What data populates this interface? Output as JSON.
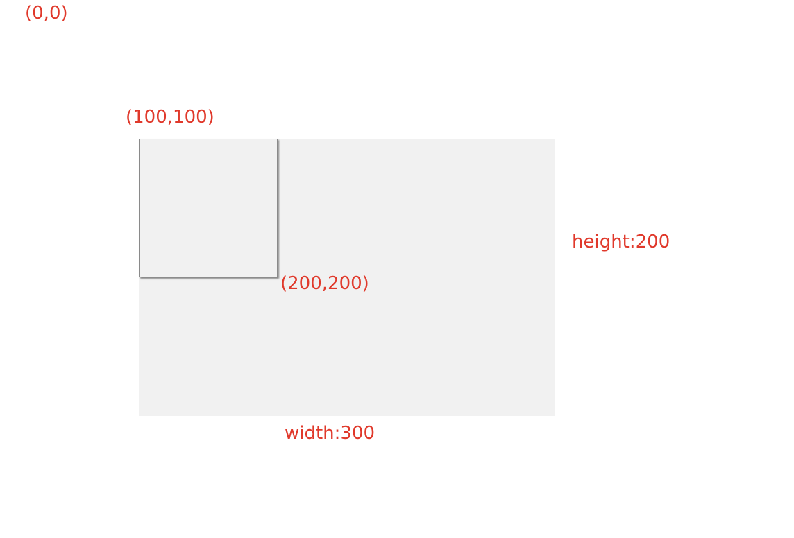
{
  "colors": {
    "label_text": "#e0392b",
    "outer_fill": "#f1f1f1"
  },
  "labels": {
    "origin": "(0,0)",
    "top_left": "(100,100)",
    "bottom_right": "(200,200)",
    "height": "height:200",
    "width": "width:300"
  }
}
